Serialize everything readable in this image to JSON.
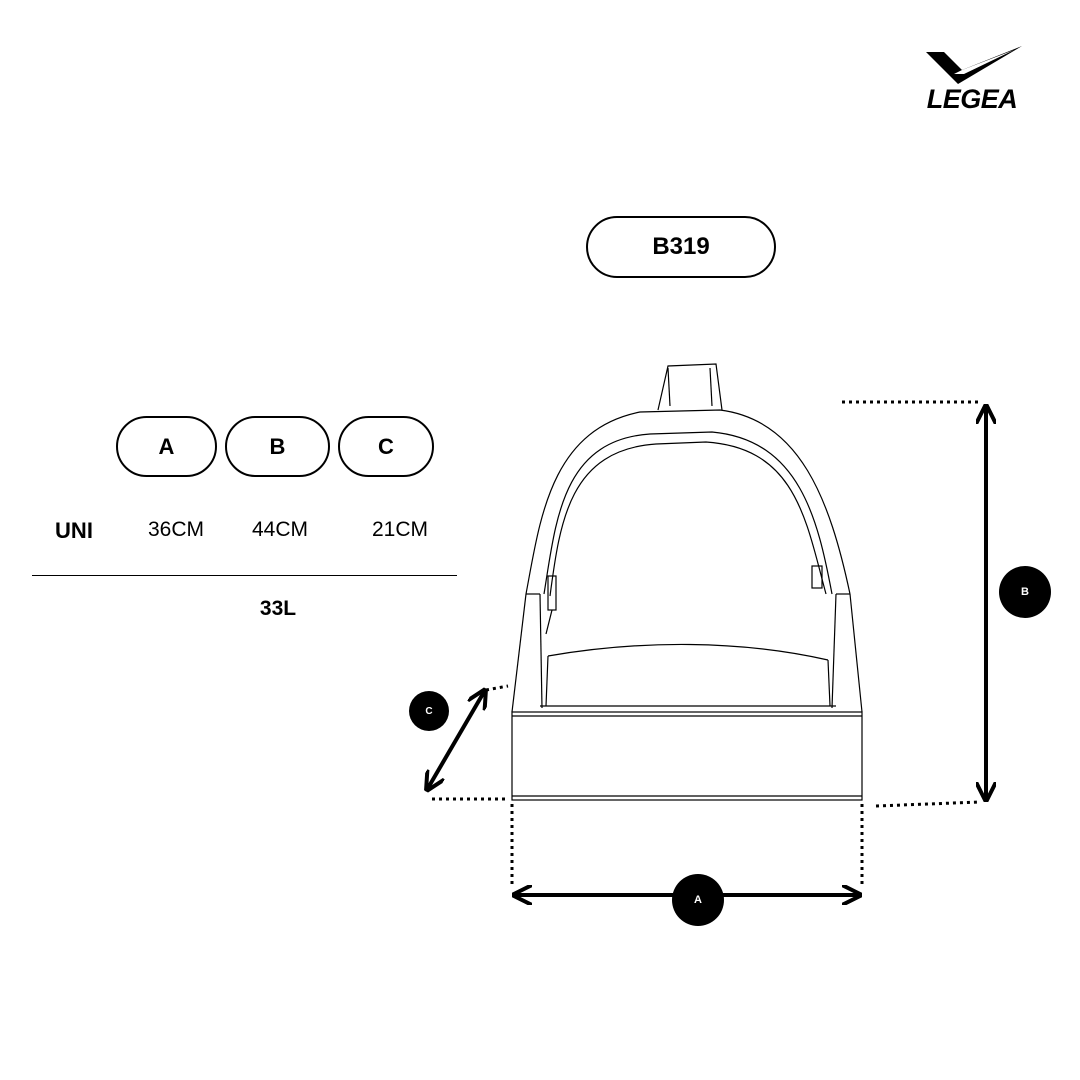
{
  "brand": {
    "name": "LEGEA",
    "logo_icon": "legea-swoosh-icon"
  },
  "product": {
    "code": "B319"
  },
  "size_table": {
    "headers": [
      "A",
      "B",
      "C"
    ],
    "rows": [
      {
        "label": "UNI",
        "values": [
          "36CM",
          "44CM",
          "21CM"
        ]
      }
    ],
    "volume": "33L"
  },
  "dimension_labels": {
    "a": "A",
    "b": "B",
    "c": "C"
  },
  "colors": {
    "line": "#000000",
    "background": "#ffffff",
    "badge_text": "#ffffff"
  }
}
